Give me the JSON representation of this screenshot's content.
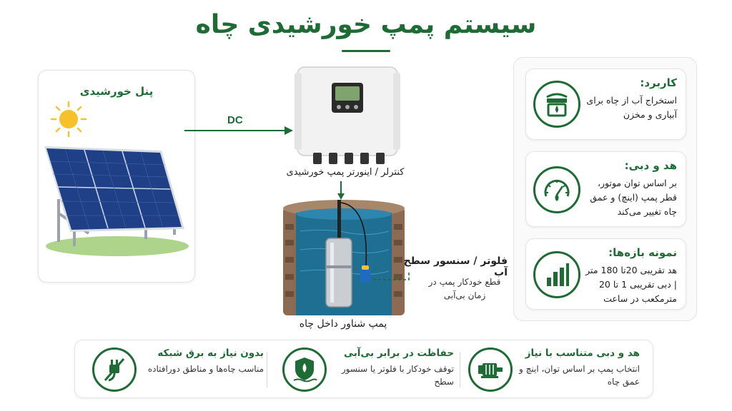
{
  "title": "سیستم پمپ خورشیدی چاه",
  "diagram": {
    "solar_panel_label": "پنل خورشیدی",
    "dc_label": "DC",
    "controller_label": "کنترلر / اینورتر پمپ خورشیدی",
    "pump_label": "پمپ شناور داخل چاه",
    "float_sensor_title": "فلوتر / سنسور سطح آب",
    "float_sensor_desc": "قطع خودکار پمپ در زمان بی‌آبی"
  },
  "info_cards": [
    {
      "title": "کاربرد:",
      "desc": "استخراج آب از چاه برای آبیاری و مخزن",
      "icon": "water-well-icon"
    },
    {
      "title": "هد و دبی:",
      "desc": "بر اساس توان موتور، قطر پمپ (اینچ) و عمق چاه تغییر می‌کند",
      "icon": "pressure-gauge-icon"
    },
    {
      "title": "نمونه بازه‌ها:",
      "desc": "هد تقریبی 20تا 180 متر | دبی تقریبی 1 تا 20 مترمکعب در ساعت",
      "icon": "bar-chart-icon"
    }
  ],
  "features": [
    {
      "title": "هد و دبی متناسب با نیاز",
      "desc": "انتخاب پمپ بر اساس توان، اینچ و عمق چاه",
      "icon": "motor-icon"
    },
    {
      "title": "حفاظت در برابر بی‌آبی",
      "desc": "توقف خودکار با فلوتر یا سنسور سطح",
      "icon": "shield-water-icon"
    },
    {
      "title": "بدون نیاز به برق شبکه",
      "desc": "مناسب چاه‌ها و مناطق دورافتاده",
      "icon": "no-plug-icon"
    }
  ],
  "colors": {
    "primary_green": "#1e6b35",
    "water_blue": "#2f7fb0",
    "sun_yellow": "#f6c12a",
    "panel_blue": "#1f3f86"
  }
}
